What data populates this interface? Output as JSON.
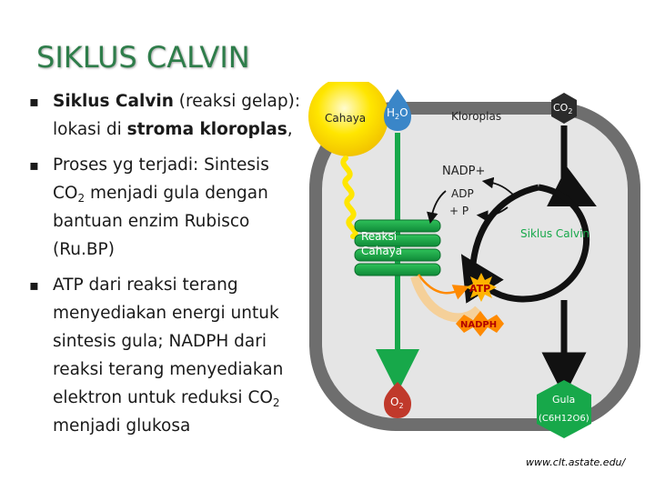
{
  "slide": {
    "title": "SIKLUS CALVIN",
    "bullets": [
      {
        "parts": [
          {
            "b": true,
            "t": "Siklus Calvin"
          },
          {
            "t": " (reaksi gelap): lokasi di "
          },
          {
            "b": true,
            "t": "stroma kloroplas"
          },
          {
            "t": ","
          }
        ]
      },
      {
        "parts": [
          {
            "t": "Proses yg terjadi: Sintesis CO"
          },
          {
            "sub": true,
            "t": "2"
          },
          {
            "t": " menjadi gula dengan bantuan enzim Rubisco (Ru.BP)"
          }
        ]
      },
      {
        "parts": [
          {
            "t": "ATP dari reaksi terang menyediakan energi untuk sintesis gula; NADPH dari reaksi terang menyediakan elektron untuk reduksi CO"
          },
          {
            "sub": true,
            "t": "2"
          },
          {
            "t": " menjadi glukosa"
          }
        ]
      }
    ]
  },
  "diagram": {
    "sun_label": "Cahaya",
    "water": {
      "main": "H",
      "sub": "2",
      "tail": "O"
    },
    "chloroplast_label": "Kloroplas",
    "co2": {
      "main": "CO",
      "sub": "2"
    },
    "nadp_label": "NADP+",
    "adp_label": "ADP",
    "pi_label": "+ P",
    "light_reaction": [
      "Reaksi",
      "Cahaya"
    ],
    "calvin_label": "Siklus Calvin",
    "atp_label": "ATP",
    "nadph_label": "NADPH",
    "o2": {
      "main": "O",
      "sub": "2"
    },
    "sugar": {
      "title": "Gula",
      "formula": "(C6H12O6)"
    }
  },
  "source": "www.clt.astate.edu/",
  "colors": {
    "title": "#2e7d4a",
    "green": "#17a84a",
    "red": "#c0392b",
    "blue": "#3a86c8",
    "orange": "#ff8a00",
    "gray_membrane": "#6e6e6e",
    "stroma": "#e5e5e5"
  }
}
